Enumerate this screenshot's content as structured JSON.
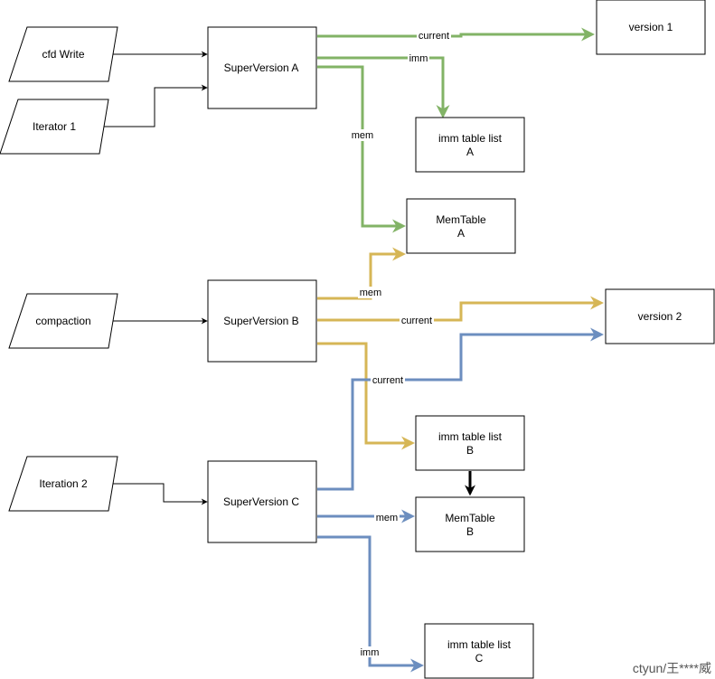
{
  "colors": {
    "green": "#82b366",
    "yellow": "#d6b656",
    "blue": "#6c8ebf",
    "black": "#000000"
  },
  "inputs": {
    "cfd_write": "cfd Write",
    "iterator_1": "Iterator 1",
    "compaction": "compaction",
    "iteration_2": "Iteration 2"
  },
  "superversions": {
    "a": "SuperVersion A",
    "b": "SuperVersion B",
    "c": "SuperVersion C"
  },
  "targets": {
    "version_1": "version 1",
    "version_2": "version 2",
    "imm_a": [
      "imm table list",
      "A"
    ],
    "imm_b": [
      "imm table list",
      "B"
    ],
    "imm_c": [
      "imm table list",
      "C"
    ],
    "mem_a": [
      "MemTable",
      "A"
    ],
    "mem_b": [
      "MemTable",
      "B"
    ]
  },
  "edge_labels": {
    "current": "current",
    "imm": "imm",
    "mem": "mem"
  },
  "watermark": "ctyun/王****威"
}
